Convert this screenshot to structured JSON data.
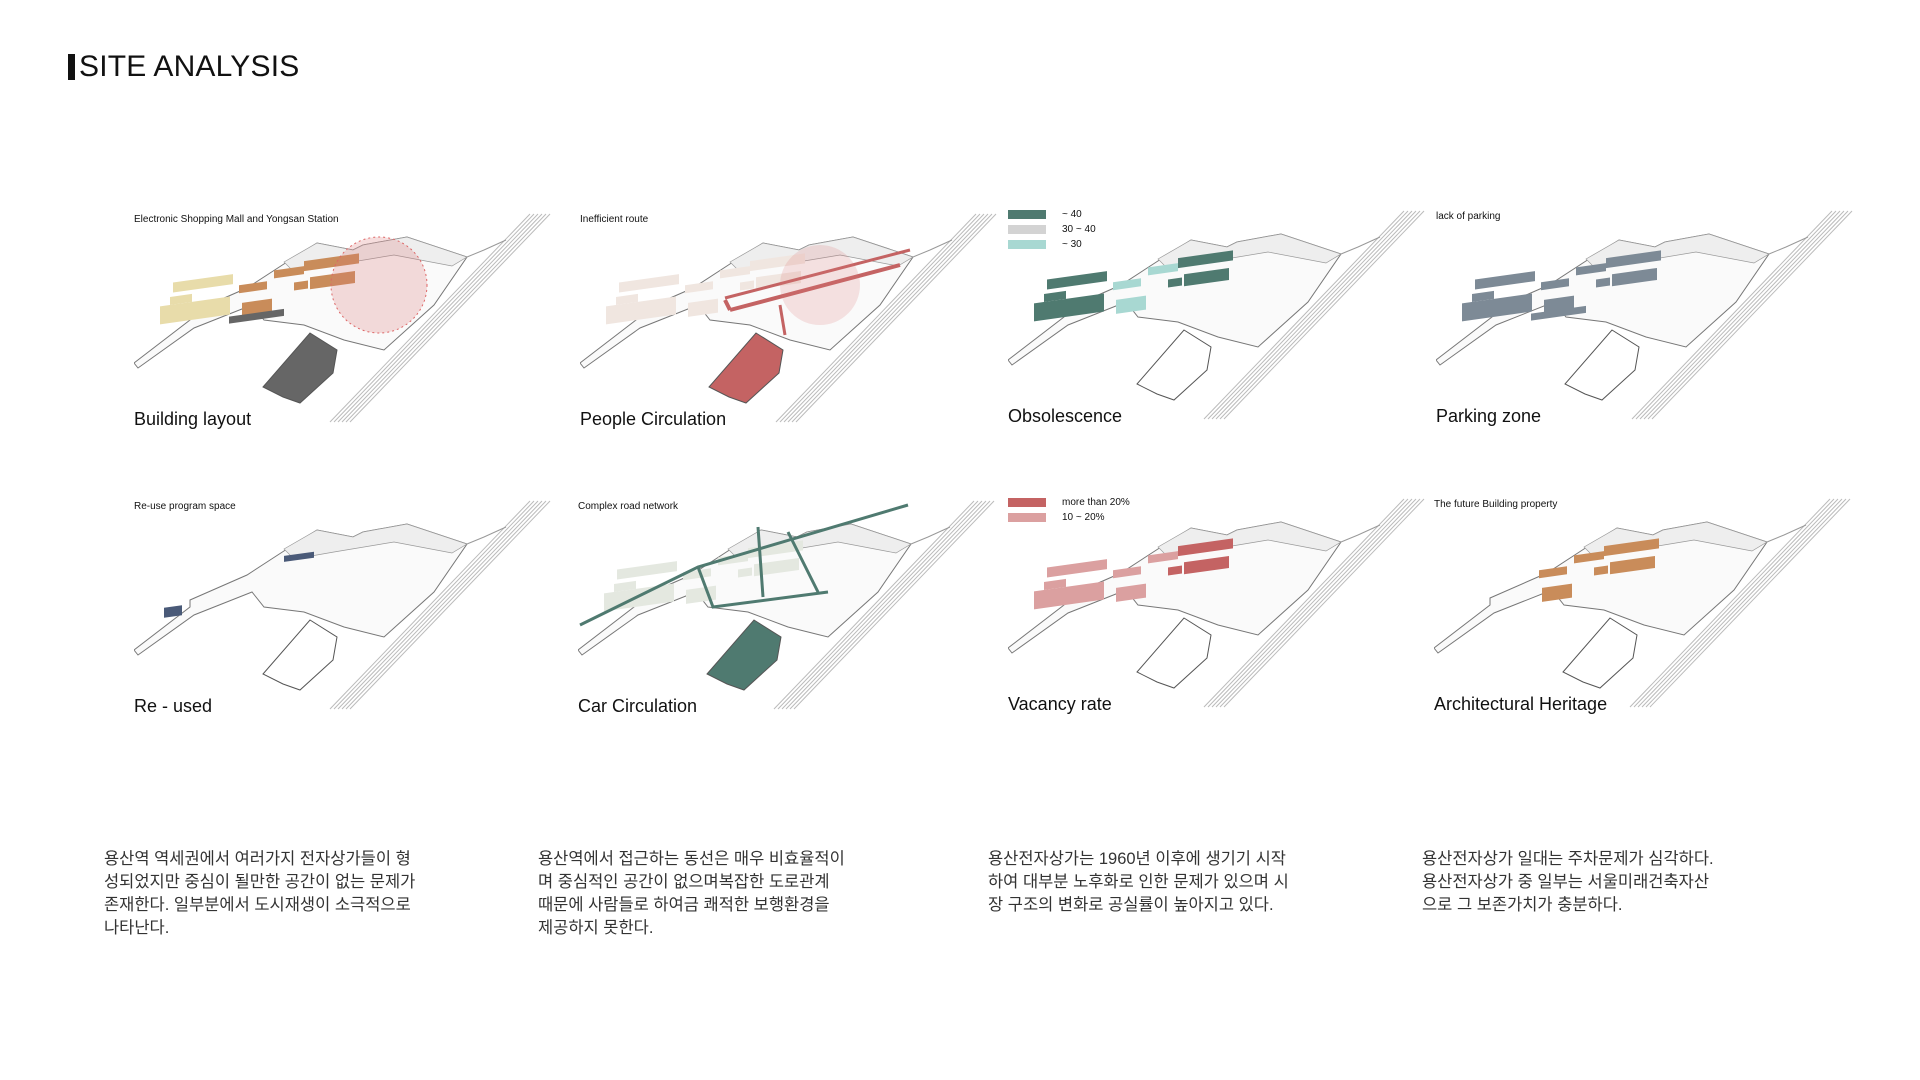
{
  "title": "SITE ANALYSIS",
  "panels": [
    {
      "subtitle": "Electronic Shopping Mall and Yongsan Station",
      "caption": "Building layout",
      "variant": "layout",
      "station_color": "#666666"
    },
    {
      "subtitle": "Inefficient route",
      "caption": "People Circulation",
      "variant": "people",
      "station_color": "#c46363"
    },
    {
      "subtitle": "",
      "caption": "Obsolescence",
      "variant": "obsolescence",
      "station_color": "none",
      "legend": [
        {
          "color": "#4f7a70",
          "label": "~ 40"
        },
        {
          "color": "#d3d3d3",
          "label": "30 ~ 40"
        },
        {
          "color": "#a8d8d2",
          "label": "~ 30"
        }
      ]
    },
    {
      "subtitle": "lack of parking",
      "caption": "Parking zone",
      "variant": "parking",
      "station_color": "none"
    },
    {
      "subtitle": "Re-use program space",
      "caption": "Re - used",
      "variant": "reuse",
      "station_color": "none"
    },
    {
      "subtitle": "Complex road network",
      "caption": "Car Circulation",
      "variant": "car",
      "station_color": "#4f7a70"
    },
    {
      "subtitle": "",
      "caption": "Vacancy rate",
      "variant": "vacancy",
      "station_color": "none",
      "legend": [
        {
          "color": "#c46363",
          "label": "more than 20%"
        },
        {
          "color": "#dba0a0",
          "label": "10 ~ 20%"
        }
      ]
    },
    {
      "subtitle": "The future Building property",
      "caption": "Architectural Heritage",
      "variant": "heritage",
      "station_color": "none"
    }
  ],
  "paragraphs": [
    " 용산역 역세권에서 여러가지 전자상가들이 형\n성되었지만 중심이 될만한 공간이 없는 문제가\n존재한다. 일부분에서 도시재생이 소극적으로\n나타난다.",
    " 용산역에서 접근하는 동선은 매우 비효율적이\n며 중심적인 공간이 없으며복잡한 도로관계\n때문에 사람들로 하여금 쾌적한 보행환경을\n제공하지 못한다.",
    " 용산전자상가는 1960년 이후에 생기기 시작\n하여 대부분 노후화로 인한 문제가 있으며 시\n장 구조의 변화로 공실률이 높아지고 있다.",
    " 용산전자상가 일대는 주차문제가 심각하다.\n용산전자상가 중 일부는 서울미래건축자산\n으로 그 보존가치가 충분하다."
  ]
}
